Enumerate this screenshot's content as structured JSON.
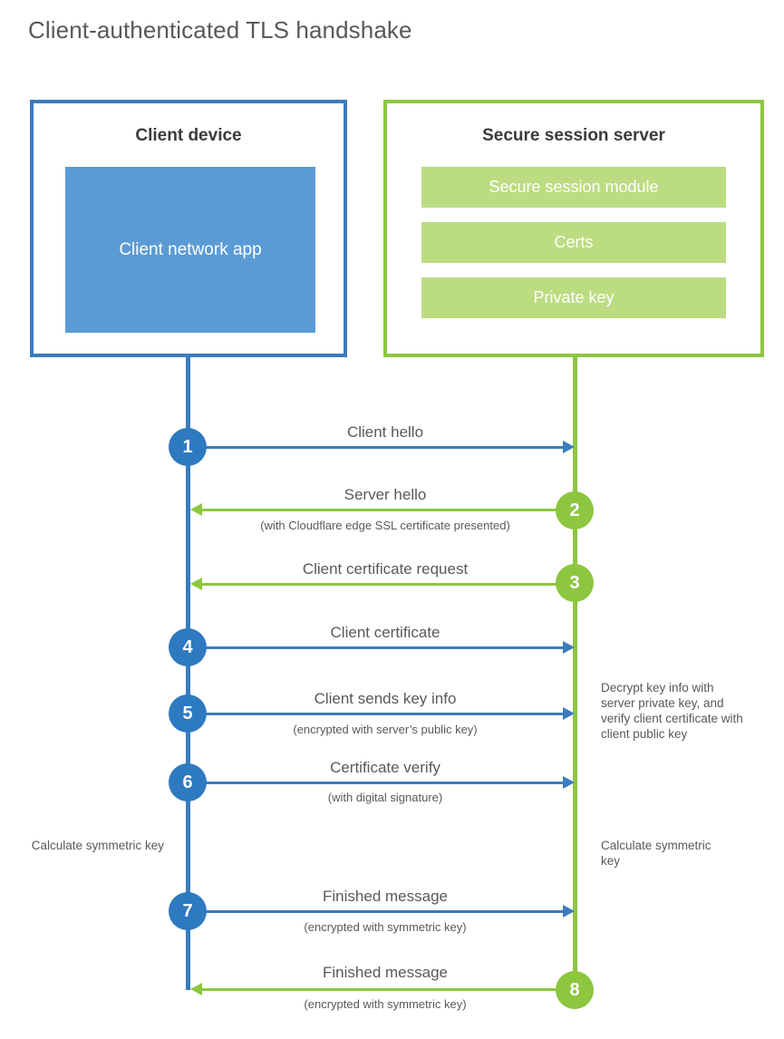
{
  "title": "Client-authenticated TLS handshake",
  "colors": {
    "blue_line": "#3a7cbe",
    "blue_circle": "#2d7ac0",
    "blue_fill": "#5b9bd5",
    "green_line": "#8dc63f",
    "green_fill": "#bcdc82",
    "text": "#58595b"
  },
  "client": {
    "title": "Client device",
    "app_label": "Client network app"
  },
  "server": {
    "title": "Secure session server",
    "modules": [
      "Secure session module",
      "Certs",
      "Private key"
    ]
  },
  "notes": {
    "decrypt": "Decrypt key info with server private key, and verify client certificate with client public key",
    "calculate_client": "Calculate symmetric key",
    "calculate_server": "Calculate symmetric key"
  },
  "steps": [
    {
      "number": "1",
      "label": "Client hello",
      "sub": "",
      "direction": "to-right",
      "color": "blue"
    },
    {
      "number": "2",
      "label": "Server hello",
      "sub": "(with Cloudflare edge SSL certificate presented)",
      "direction": "to-left",
      "color": "green"
    },
    {
      "number": "3",
      "label": "Client certificate request",
      "sub": "",
      "direction": "to-left",
      "color": "green"
    },
    {
      "number": "4",
      "label": "Client certificate",
      "sub": "",
      "direction": "to-right",
      "color": "blue"
    },
    {
      "number": "5",
      "label": "Client sends key info",
      "sub": "(encrypted with server’s public key)",
      "direction": "to-right",
      "color": "blue"
    },
    {
      "number": "6",
      "label": "Certificate verify",
      "sub": "(with digital signature)",
      "direction": "to-right",
      "color": "blue"
    },
    {
      "number": "7",
      "label": "Finished message",
      "sub": "(encrypted with symmetric key)",
      "direction": "to-right",
      "color": "blue"
    },
    {
      "number": "8",
      "label": "Finished message",
      "sub": "(encrypted with symmetric key)",
      "direction": "to-left",
      "color": "green"
    }
  ]
}
